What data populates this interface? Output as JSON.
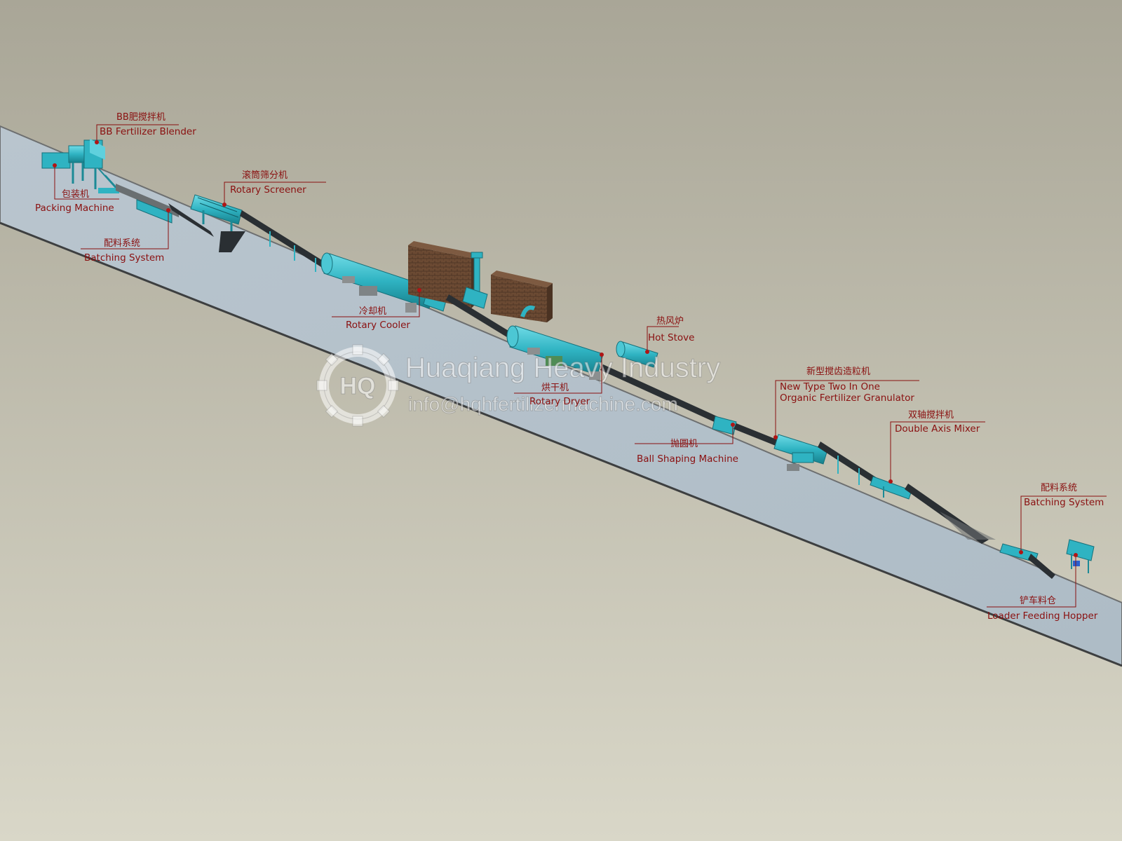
{
  "colors": {
    "background_top": "#a9a697",
    "background_bottom": "#d9d7c8",
    "floor": "#b7c3cc",
    "machine": "#2fb3c2",
    "conveyor": "#2a2f33",
    "building": "#6b4a33",
    "label": "#8a1010"
  },
  "labels": [
    {
      "id": "bb-blender",
      "cn": "BB肥搅拌机",
      "en": "BB Fertilizer Blender"
    },
    {
      "id": "packing",
      "cn": "包装机",
      "en": "Packing Machine"
    },
    {
      "id": "rotary-screener",
      "cn": "滚筒筛分机",
      "en": "Rotary Screener"
    },
    {
      "id": "batching-left",
      "cn": "配料系统",
      "en": "Batching System"
    },
    {
      "id": "rotary-cooler",
      "cn": "冷却机",
      "en": "Rotary Cooler"
    },
    {
      "id": "hot-stove",
      "cn": "热风炉",
      "en": "Hot Stove"
    },
    {
      "id": "rotary-dryer",
      "cn": "烘干机",
      "en": "Rotary Dryer"
    },
    {
      "id": "granulator",
      "cn": "新型搅齿造粒机",
      "en": "New Type Two In One",
      "en2": "Organic Fertilizer Granulator"
    },
    {
      "id": "ball-shaping",
      "cn": "抛圆机",
      "en": "Ball Shaping Machine"
    },
    {
      "id": "double-axis",
      "cn": "双轴搅拌机",
      "en": "Double Axis Mixer"
    },
    {
      "id": "batching-right",
      "cn": "配料系统",
      "en": "Batching System"
    },
    {
      "id": "loader-hopper",
      "cn": "铲车料仓",
      "en": "Loader Feeding Hopper"
    }
  ],
  "watermark": {
    "company": "Huaqiang Heavy Industry",
    "email": "info@hqhfertilizermachine.com",
    "logo_letters": "HQ"
  }
}
